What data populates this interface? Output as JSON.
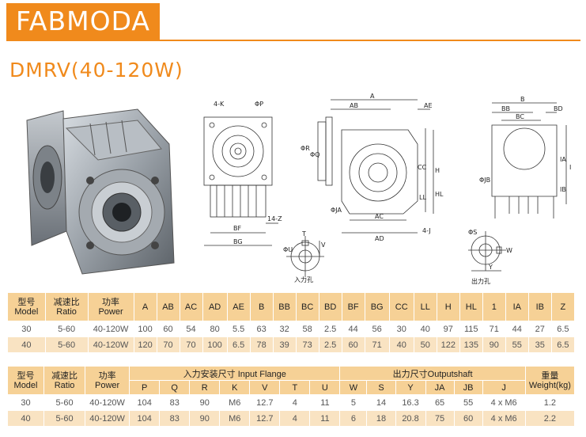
{
  "brand": "FABMODA",
  "model": "DMRV(40-120W)",
  "drawing_labels": {
    "flange": [
      "4-K",
      "ΦP",
      "14-Z",
      "BF",
      "BG"
    ],
    "side": [
      "A",
      "AB",
      "AE",
      "ΦR",
      "ΦQ",
      "CC",
      "H",
      "HL",
      "LL",
      "ΦJA",
      "4-J",
      "AC",
      "AD"
    ],
    "right": [
      "B",
      "BB",
      "BD",
      "BC",
      "ΦJB",
      "IA",
      "IB",
      "I"
    ],
    "input_hole": [
      "T",
      "V",
      "ΦU"
    ],
    "output_hole": [
      "ΦS",
      "W",
      "Y"
    ]
  },
  "input_hole_caption": "入力孔",
  "output_hole_caption": "出力孔",
  "table1": {
    "headers": [
      {
        "cn": "型号",
        "en": "Model"
      },
      {
        "cn": "减速比",
        "en": "Ratio"
      },
      {
        "cn": "功率",
        "en": "Power"
      },
      "A",
      "AB",
      "AC",
      "AD",
      "AE",
      "B",
      "BB",
      "BC",
      "BD",
      "BF",
      "BG",
      "CC",
      "LL",
      "H",
      "HL",
      "1",
      "IA",
      "IB",
      "Z"
    ],
    "rows": [
      [
        "30",
        "5-60",
        "40-120W",
        "100",
        "60",
        "54",
        "80",
        "5.5",
        "63",
        "32",
        "58",
        "2.5",
        "44",
        "56",
        "30",
        "40",
        "97",
        "115",
        "71",
        "44",
        "27",
        "6.5"
      ],
      [
        "40",
        "5-60",
        "40-120W",
        "120",
        "70",
        "70",
        "100",
        "6.5",
        "78",
        "39",
        "73",
        "2.5",
        "60",
        "71",
        "40",
        "50",
        "122",
        "135",
        "90",
        "55",
        "35",
        "6.5"
      ]
    ]
  },
  "table2": {
    "lead_headers": [
      {
        "cn": "型号",
        "en": "Model"
      },
      {
        "cn": "减速比",
        "en": "Ratio"
      },
      {
        "cn": "功率",
        "en": "Power"
      }
    ],
    "group_input": "入力安装尺寸 Input Flange",
    "group_output": "出力尺寸Outputshaft",
    "weight": {
      "cn": "重量",
      "en": "Weight(kg)"
    },
    "sub_headers": [
      "P",
      "Q",
      "R",
      "K",
      "V",
      "T",
      "U",
      "W",
      "S",
      "Y",
      "JA",
      "JB",
      "J"
    ],
    "rows": [
      [
        "30",
        "5-60",
        "40-120W",
        "104",
        "83",
        "90",
        "M6",
        "12.7",
        "4",
        "11",
        "5",
        "14",
        "16.3",
        "65",
        "55",
        "4 x M6",
        "1.2"
      ],
      [
        "40",
        "5-60",
        "40-120W",
        "104",
        "83",
        "90",
        "M6",
        "12.7",
        "4",
        "11",
        "6",
        "18",
        "20.8",
        "75",
        "60",
        "4 x M6",
        "2.2"
      ]
    ]
  },
  "colors": {
    "accent": "#f08a1c",
    "header_bg": "#f6d196",
    "stripe_bg": "#f9e3c2"
  }
}
